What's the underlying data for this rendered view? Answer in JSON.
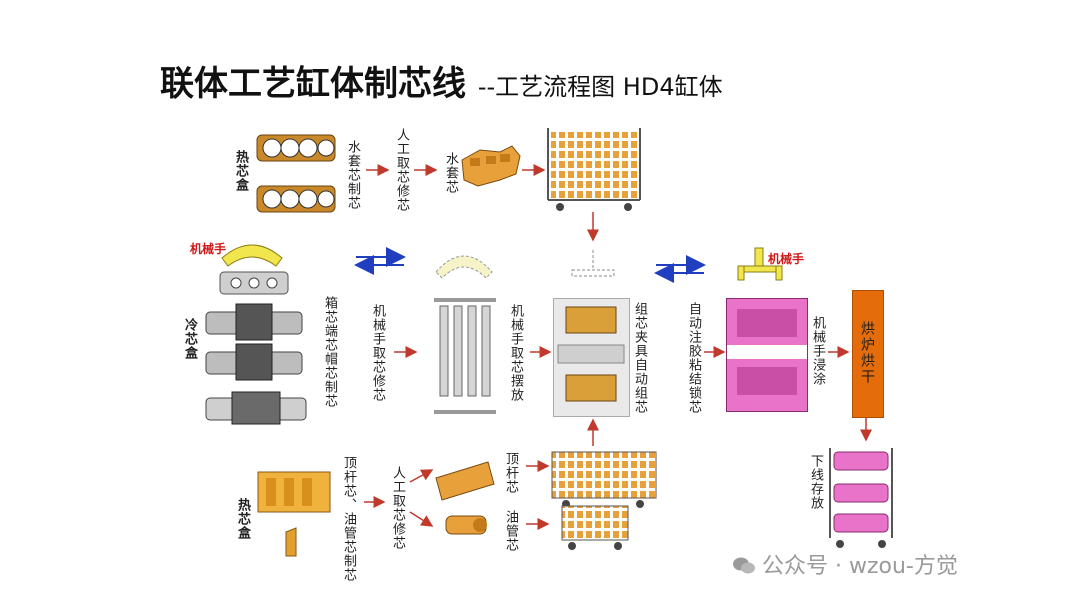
{
  "title": {
    "main": "联体工艺缸体制芯线",
    "sub": "--工艺流程图  HD4缸体"
  },
  "boxes": {
    "hot_box_top": "热芯盒",
    "cold_box": "冷芯盒",
    "hot_box_bottom": "热芯盒"
  },
  "robots": {
    "left": "机械手",
    "right": "机械手"
  },
  "steps": {
    "water_jacket_core_making": "水套芯制芯",
    "manual_core_trimming_top": "人工取芯修芯",
    "water_jacket_core": "水套芯",
    "core_making_cold": "箱芯端芯帽芯制芯",
    "robot_trimming": "机械手取芯修芯",
    "robot_place": "机械手取芯摆放",
    "auto_assembly": "组芯夹具自动组芯",
    "auto_glue_lock": "自动注胶粘结锁芯",
    "robot_dip": "机械手浸涂",
    "oven": "烘炉烘干",
    "unload_store": "下线存放",
    "tappet_oil_core_making": "顶杆芯、油管芯制芯",
    "manual_core_trimming_bottom": "人工取芯修芯",
    "tappet_core": "顶杆芯",
    "oil_pipe_core": "油管芯"
  },
  "watermark": "公众号 · wzou-方觉",
  "colors": {
    "flow_arrow": "#c0392b",
    "return_arrow": "#1f3fbf",
    "oven": "#e46c0a",
    "core": "#e8a13a",
    "coated_core": "#e873c8",
    "robot_arm": "#f1e64d"
  }
}
